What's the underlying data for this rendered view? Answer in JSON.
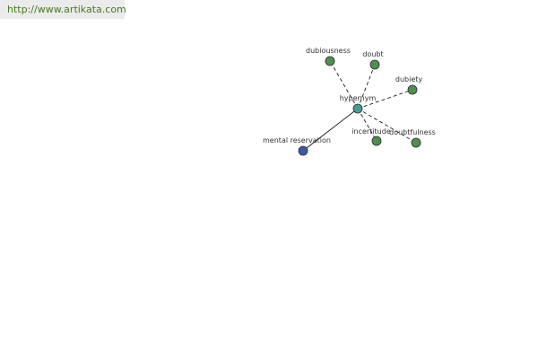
{
  "source_link": {
    "text": "http://www.artikata.com",
    "color": "#4a7a1e",
    "background": "#ebebeb"
  },
  "colors": {
    "center": "#4a9a96",
    "related": "#4f8f4f",
    "hyponym": "#3d5aa8",
    "edge": "#000000",
    "node_stroke": "#2c2c2c"
  },
  "graph": {
    "center": {
      "id": "hypernym",
      "label": "hypernym"
    },
    "nodes": [
      {
        "id": "dubiousness",
        "label": "dubiousness",
        "relation": "related"
      },
      {
        "id": "doubt",
        "label": "doubt",
        "relation": "related"
      },
      {
        "id": "dubiety",
        "label": "dubiety",
        "relation": "related"
      },
      {
        "id": "incertitude",
        "label": "incertitude",
        "relation": "related"
      },
      {
        "id": "doubtfulness",
        "label": "doubtfulness",
        "relation": "related"
      },
      {
        "id": "mental-reservation",
        "label": "mental reservation",
        "relation": "hyponym"
      }
    ]
  }
}
